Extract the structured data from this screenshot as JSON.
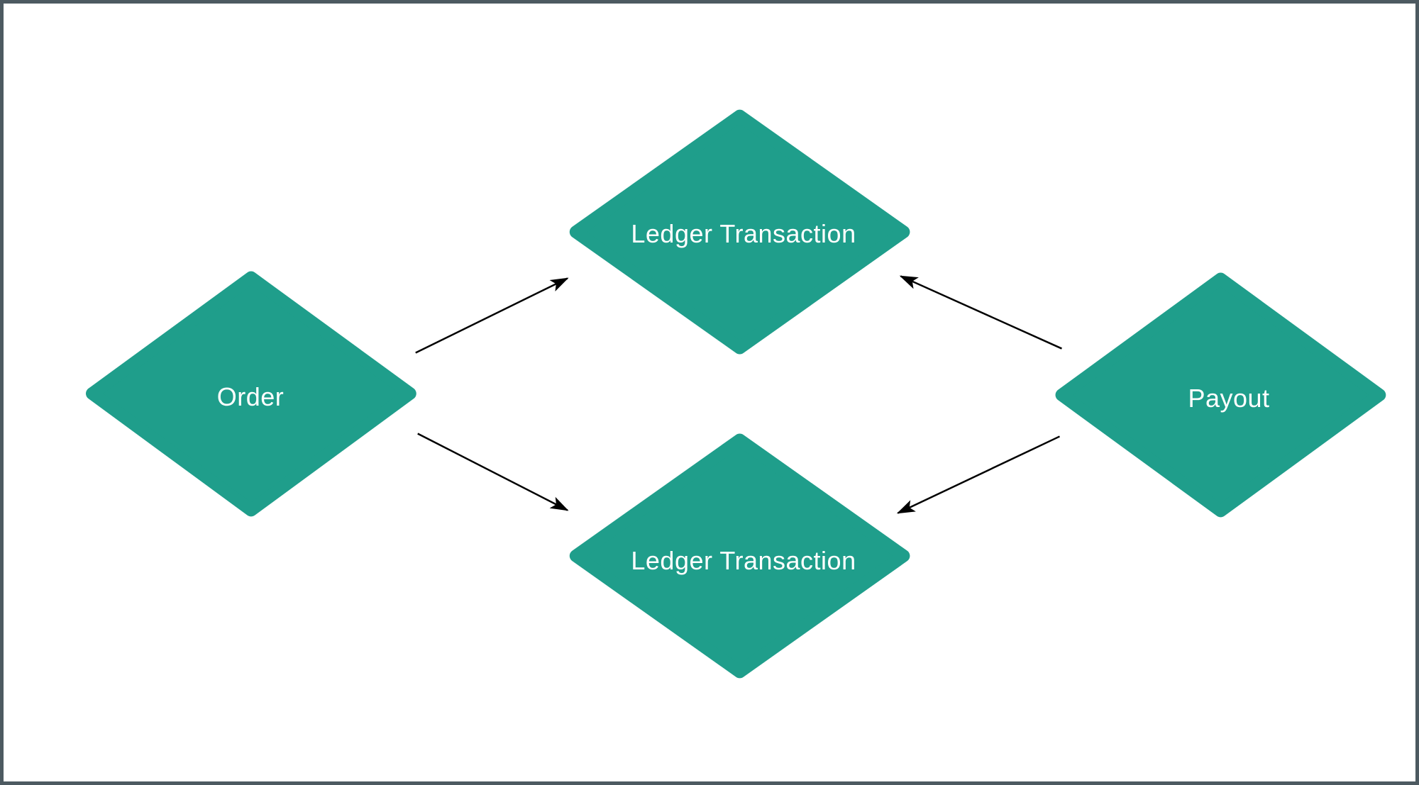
{
  "diagram": {
    "type": "flow-diagram",
    "shape_style": "rounded-diamond",
    "colors": {
      "canvas": "#ffffff",
      "frame-border": "#4d5a61",
      "node-fill": "#1f9e8b",
      "node-text": "#ffffff",
      "edge": "#000000"
    },
    "nodes": [
      {
        "id": "order",
        "label": "Order",
        "shape": "diamond"
      },
      {
        "id": "ledger-transaction-top",
        "label": "Ledger Transaction",
        "shape": "diamond"
      },
      {
        "id": "ledger-transaction-bottom",
        "label": "Ledger Transaction",
        "shape": "diamond"
      },
      {
        "id": "payout",
        "label": "Payout",
        "shape": "diamond"
      }
    ],
    "edges": [
      {
        "from": "order",
        "to": "ledger-transaction-top",
        "arrow": "to"
      },
      {
        "from": "order",
        "to": "ledger-transaction-bottom",
        "arrow": "to"
      },
      {
        "from": "payout",
        "to": "ledger-transaction-top",
        "arrow": "to"
      },
      {
        "from": "payout",
        "to": "ledger-transaction-bottom",
        "arrow": "to"
      }
    ]
  }
}
